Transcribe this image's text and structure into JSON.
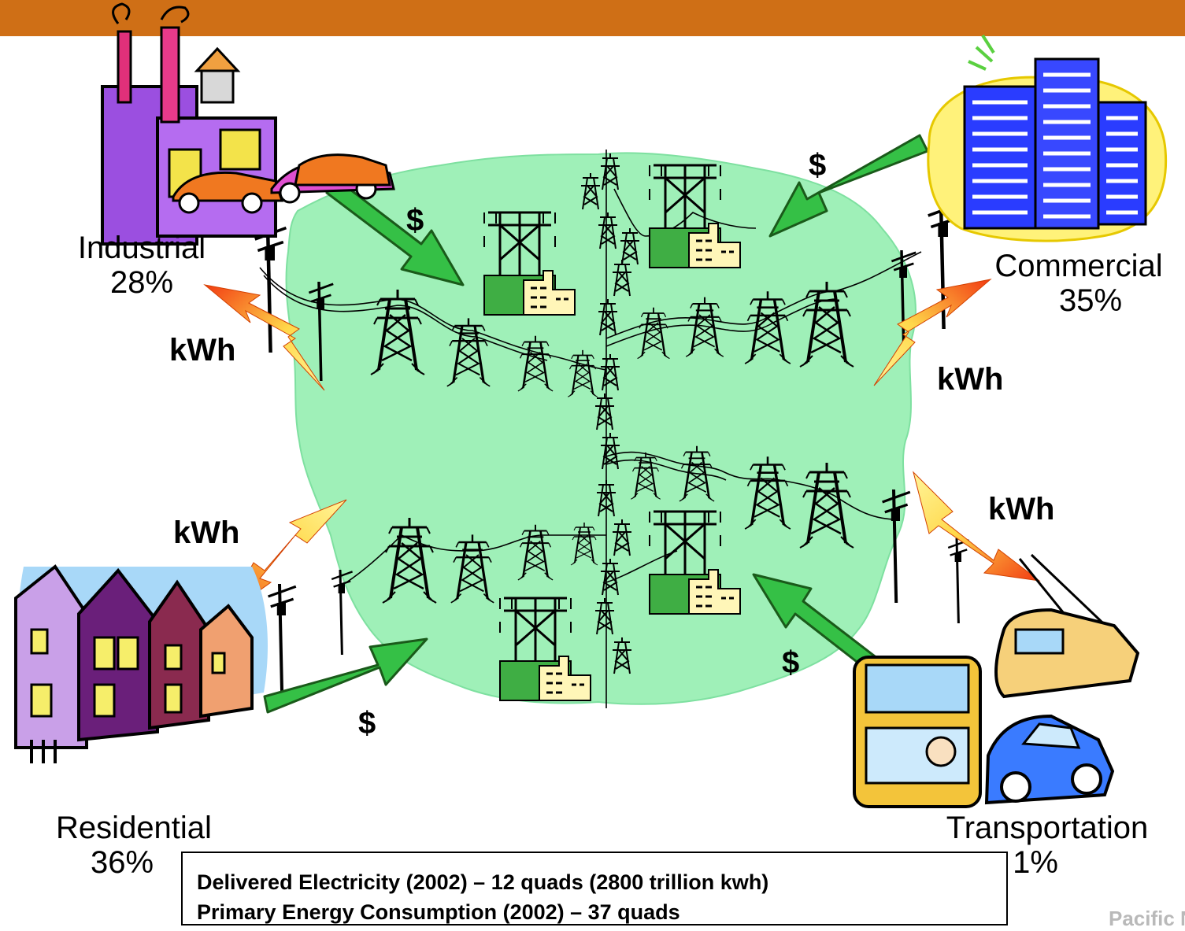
{
  "colors": {
    "title_bar": "#cf6f16",
    "grid_blob": "#9ff0b8",
    "money_arrow": "#35c046",
    "kwh_arrow_start": "#fff06a",
    "kwh_arrow_end": "#f2401a"
  },
  "sectors": {
    "industrial": {
      "name": "Industrial",
      "share": "28%"
    },
    "commercial": {
      "name": "Commercial",
      "share": "35%"
    },
    "residential": {
      "name": "Residential",
      "share": "36%"
    },
    "transportation": {
      "name": "Transportation",
      "share": "1%"
    }
  },
  "flows": {
    "money_symbol": "$",
    "energy_label": "kWh"
  },
  "info": {
    "line1": "Delivered Electricity (2002) – 12 quads (2800 trillion kwh)",
    "line2": "Primary Energy Consumption (2002) – 37 quads"
  },
  "logo": {
    "text": "Pacific N"
  },
  "icons": {
    "industrial": "factory-icon",
    "commercial": "office-building-icon",
    "residential": "houses-icon",
    "transportation": "vehicles-icon",
    "grid": "transmission-tower-icon",
    "plant": "power-plant-icon",
    "pole": "utility-pole-icon"
  }
}
